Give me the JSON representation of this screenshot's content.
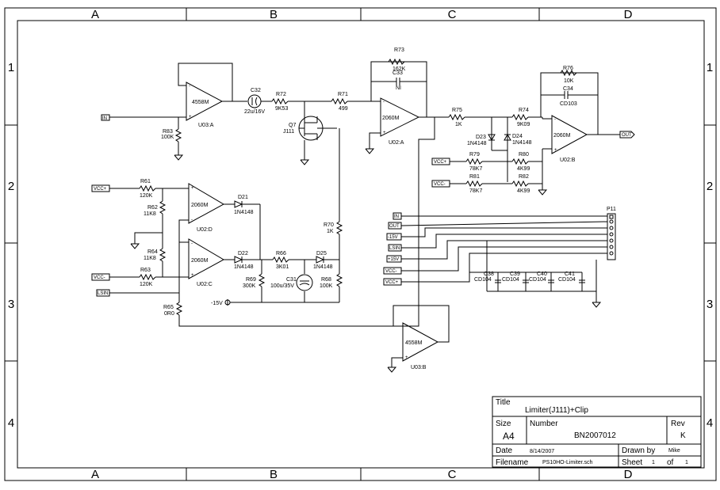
{
  "zones": {
    "cols": [
      "A",
      "B",
      "C",
      "D"
    ],
    "rows": [
      "1",
      "2",
      "3",
      "4"
    ]
  },
  "components": {
    "u03a": {
      "part": "4558M",
      "ref": "U03:A"
    },
    "u03b": {
      "part": "4558M",
      "ref": "U03:B"
    },
    "u02a": {
      "part": "2060M",
      "ref": "U02:A"
    },
    "u02b": {
      "part": "2060M",
      "ref": "U02:B"
    },
    "u02c": {
      "part": "2060M",
      "ref": "U02:C"
    },
    "u02d": {
      "part": "2060M",
      "ref": "U02:D"
    },
    "c32": {
      "ref": "C32",
      "value": "22u/16V"
    },
    "c33": {
      "ref": "C33",
      "value": "NI"
    },
    "c34": {
      "ref": "C34",
      "value": "CD103"
    },
    "c31": {
      "ref": "C31",
      "value": "100u/35V"
    },
    "c38": {
      "ref": "C38",
      "value": "CD104"
    },
    "c39": {
      "ref": "C39",
      "value": "CD104"
    },
    "c40": {
      "ref": "C40",
      "value": "CD104"
    },
    "c41": {
      "ref": "C41",
      "value": "CD104"
    },
    "r72": {
      "ref": "R72",
      "value": "9K53"
    },
    "r71": {
      "ref": "R71",
      "value": "499"
    },
    "r73": {
      "ref": "R73",
      "value": "162K"
    },
    "r75": {
      "ref": "R75",
      "value": "1K"
    },
    "r74": {
      "ref": "R74",
      "value": "9K09"
    },
    "r76": {
      "ref": "R76",
      "value": "10K"
    },
    "r79": {
      "ref": "R79",
      "value": "78K7"
    },
    "r80": {
      "ref": "R80",
      "value": "4K99"
    },
    "r81": {
      "ref": "R81",
      "value": "78K7"
    },
    "r82": {
      "ref": "R82",
      "value": "4K99"
    },
    "r83": {
      "ref": "R83",
      "value": "100K"
    },
    "r61": {
      "ref": "R61",
      "value": "120K"
    },
    "r62": {
      "ref": "R62",
      "value": "11K8"
    },
    "r64": {
      "ref": "R64",
      "value": "11K8"
    },
    "r63": {
      "ref": "R63",
      "value": "120K"
    },
    "r65": {
      "ref": "R65",
      "value": "0R0"
    },
    "r66": {
      "ref": "R66",
      "value": "3K01"
    },
    "r69": {
      "ref": "R69",
      "value": "300K"
    },
    "r68": {
      "ref": "R68",
      "value": "100K"
    },
    "r70": {
      "ref": "R70",
      "value": "1K"
    },
    "q7": {
      "ref": "Q7",
      "value": "J111"
    },
    "d21": {
      "ref": "D21",
      "value": "1N4148"
    },
    "d22": {
      "ref": "D22",
      "value": "1N4148"
    },
    "d25": {
      "ref": "D25",
      "value": "1N4148"
    },
    "d23": {
      "ref": "D23",
      "value": "1N4148"
    },
    "d24": {
      "ref": "D24",
      "value": "1N4148"
    },
    "p11": {
      "ref": "P11"
    }
  },
  "ports": {
    "in": "IN",
    "out": "OUT",
    "vcc_plus": "VCC+",
    "vcc_minus": "VCC-",
    "lsin": "LSIN",
    "neg15_label": "-15V",
    "neg15": "-15V",
    "pos15": "+15V"
  },
  "title_block": {
    "title_caption": "Title",
    "title": "Limiter(J111)+Clip",
    "size_caption": "Size",
    "size": "A4",
    "number_caption": "Number",
    "number": "BN2007012",
    "rev_caption": "Rev",
    "rev": "K",
    "date_caption": "Date",
    "date": "8/14/2007",
    "drawn_caption": "Drawn by",
    "drawn": "Mike",
    "filename_caption": "Filename",
    "filename": "PS10HO-Limiter.sch",
    "sheet_caption": "Sheet",
    "sheet": "1",
    "of_caption": "of",
    "of": "1"
  }
}
